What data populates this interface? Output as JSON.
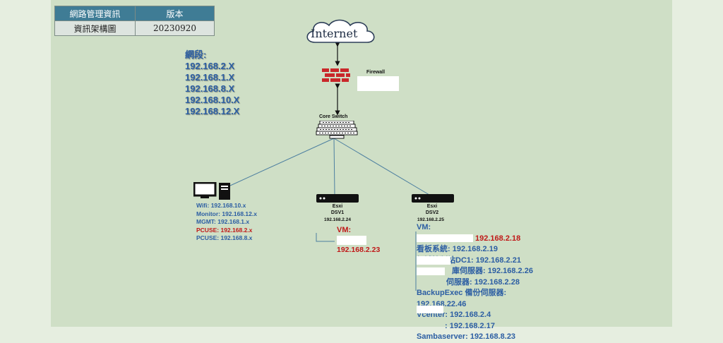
{
  "header_table": {
    "col1_header": "網路管理資訊",
    "col2_header": "版本",
    "col1_value": "資訊架構圖",
    "col2_value": "20230920"
  },
  "segments": {
    "title": "網段:",
    "items": [
      "192.168.2.X",
      "192.168.1.X",
      "192.168.8.X",
      "192.168.10.X",
      "192.168.12.X"
    ]
  },
  "internet": {
    "label": "Internet"
  },
  "firewall": {
    "label": "Firewall"
  },
  "core_switch": {
    "label": "Core Switch"
  },
  "pc": {
    "lines": [
      {
        "text": "Wifi: 192.168.10.x",
        "red": false
      },
      {
        "text": "Monitor: 192.168.12.x",
        "red": false
      },
      {
        "text": "MGMT: 192.168.1.x",
        "red": false
      },
      {
        "text": "PCUSE: 192.168.2.x",
        "red": true
      },
      {
        "text": "PCUSE: 192.168.8.x",
        "red": false
      }
    ]
  },
  "dsv1": {
    "type": "Esxi",
    "name": "DSV1",
    "ip": "192.168.2.24",
    "vm_label": "VM:",
    "vm_ip": "192.168.2.23"
  },
  "dsv2": {
    "type": "Esxi",
    "name": "DSV2",
    "ip": "192.168.2.25",
    "vm_label": "VM:",
    "vms": [
      {
        "text": "192.168.2.18",
        "red": true
      },
      {
        "text": "看板系統: 192.168.2.19",
        "red": false
      },
      {
        "text": "網域控制站DC1: 192.168.2.21",
        "red": false
      },
      {
        "text": "庫伺服器: 192.168.2.26",
        "red": false
      },
      {
        "text": "伺服器: 192.168.2.28",
        "red": false
      },
      {
        "text": "BackupExec 備份伺服器:",
        "red": false
      },
      {
        "text": "192.168.22.46",
        "red": false
      },
      {
        "text": "Vcenter: 192.168.2.4",
        "red": false
      },
      {
        "text": ": 192.168.2.17",
        "red": false
      },
      {
        "text": "Sambaserver: 192.168.8.23",
        "red": false
      }
    ]
  }
}
